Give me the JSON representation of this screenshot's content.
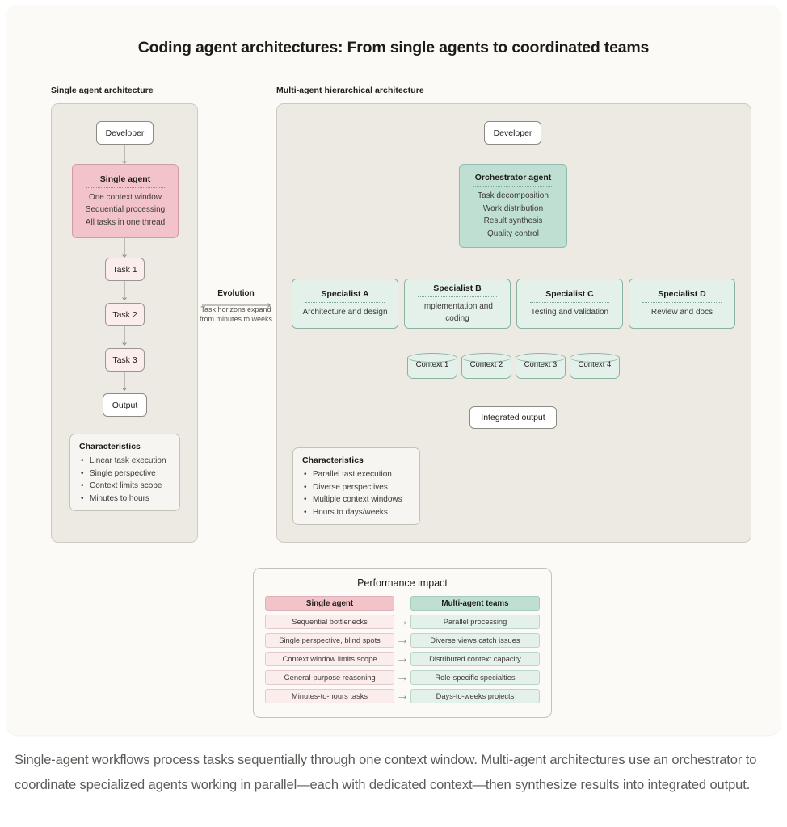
{
  "title": "Coding agent architectures: From single agents to coordinated teams",
  "colors": {
    "card_bg": "#fbfaf7",
    "panel_bg": "#edeae3",
    "pink_deep": "#f2c3c8",
    "pink_light": "#fceded",
    "green_deep": "#bfdfd2",
    "green_light": "#e4f1eb",
    "stroke": "#8d8a83",
    "text": "#23201d",
    "caption_text": "#5d5b57"
  },
  "left": {
    "section_label": "Single agent architecture",
    "developer": "Developer",
    "agent": {
      "header": "Single agent",
      "lines": [
        "One context window",
        "Sequential processing",
        "All tasks in one thread"
      ]
    },
    "tasks": [
      "Task 1",
      "Task 2",
      "Task 3"
    ],
    "output": "Output",
    "characteristics": {
      "title": "Characteristics",
      "items": [
        "Linear task execution",
        "Single perspective",
        "Context limits scope",
        "Minutes to hours"
      ]
    }
  },
  "evolution": {
    "title": "Evolution",
    "subtitle": "Task horizons expand from minutes to weeks"
  },
  "right": {
    "section_label": "Multi-agent hierarchical architecture",
    "developer": "Developer",
    "orchestrator": {
      "header": "Orchestrator agent",
      "lines": [
        "Task decomposition",
        "Work distribution",
        "Result synthesis",
        "Quality control"
      ]
    },
    "specialists": [
      {
        "header": "Specialist A",
        "desc": "Architecture and design"
      },
      {
        "header": "Specialist B",
        "desc": "Implementation and coding"
      },
      {
        "header": "Specialist C",
        "desc": "Testing and validation"
      },
      {
        "header": "Specialist D",
        "desc": "Review and docs"
      }
    ],
    "contexts": [
      "Context 1",
      "Context 2",
      "Context 3",
      "Context 4"
    ],
    "integrated_output": "Integrated output",
    "characteristics": {
      "title": "Characteristics",
      "items": [
        "Parallel tast execution",
        "Diverse perspectives",
        "Multiple context windows",
        "Hours to days/weeks"
      ]
    }
  },
  "performance": {
    "title": "Performance impact",
    "head_left": "Single agent",
    "head_right": "Multi-agent teams",
    "arrow": "→",
    "rows": [
      {
        "left": "Sequential bottlenecks",
        "right": "Parallel processing"
      },
      {
        "left": "Single perspective, blind spots",
        "right": "Diverse views catch issues"
      },
      {
        "left": "Context window limits scope",
        "right": "Distributed context capacity"
      },
      {
        "left": "General-purpose reasoning",
        "right": "Role-specific specialties"
      },
      {
        "left": "Minutes-to-hours tasks",
        "right": "Days-to-weeks projects"
      }
    ]
  },
  "caption": "Single-agent workflows process tasks sequentially through one context window. Multi-agent architectures use an orchestrator to coordinate specialized agents working in parallel—each with dedicated context—then synthesize results into integrated output."
}
